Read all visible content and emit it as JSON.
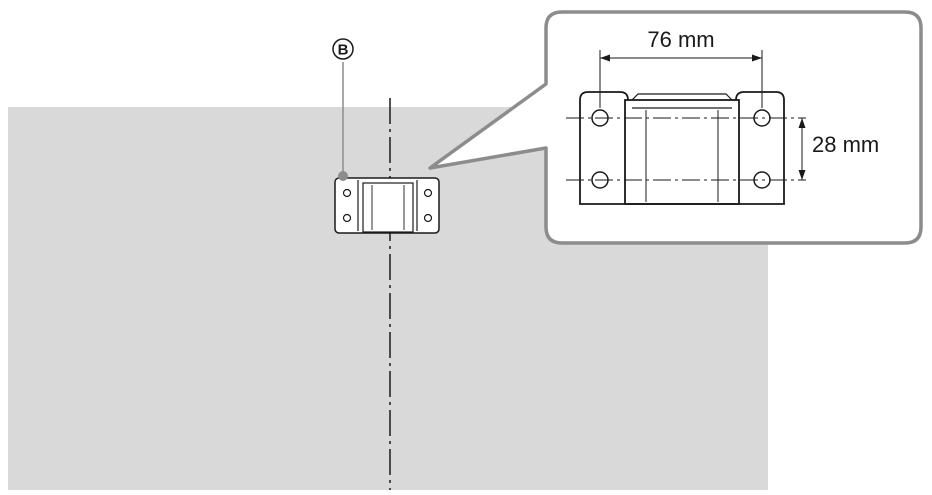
{
  "labels": {
    "part_marker": "B",
    "width_dimension": "76 mm",
    "height_dimension": "28 mm"
  },
  "colors": {
    "wall": "#d9d9d9",
    "line": "#1a1a1a",
    "panel_border": "#8c8c8c",
    "marker_dot": "#8c8c8c"
  }
}
